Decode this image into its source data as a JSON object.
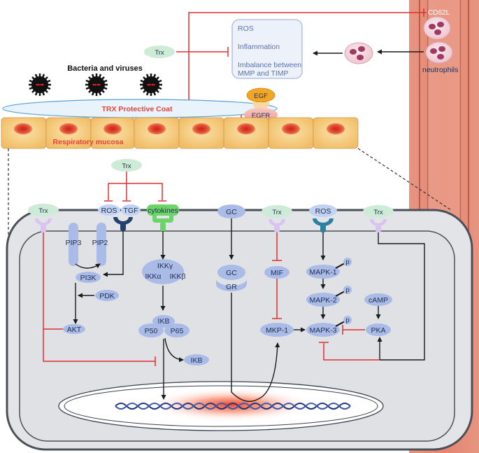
{
  "labels": {
    "cd62l": "CD62L",
    "neutrophils": "neutrophils",
    "ros_top": "ROS",
    "inflammation": "Inflammation",
    "imbalance_1": "Imbalance between",
    "imbalance_2": "MMP and TIMP",
    "trx_top": "Trx",
    "bacteria": "Bacteria and viruses",
    "coat": "TRX Protective Coat",
    "mucosa": "Respiratory mucosa",
    "egf": "EGF",
    "egfr": "EGFR",
    "trx_mid": "Trx",
    "ros_mid": "ROS",
    "tgf": "TGF",
    "cytokines": "cytokines",
    "trx_left": "Trx",
    "pip3": "PIP3",
    "pip2": "PIP2",
    "pi3k": "PI3K",
    "pdk": "PDK",
    "akt": "AKT",
    "ikk_gamma": "IKKγ",
    "ikk_alpha": "IKKα",
    "ikk_beta": "IKKβ",
    "ikb_complex": "IKB",
    "p50": "P50",
    "p65": "P65",
    "ikb_free": "IKB",
    "gc_top": "GC",
    "gc_inner": "GC",
    "gr": "GR",
    "trx_mif": "Trx",
    "mif": "MIF",
    "mkp1": "MKP-1",
    "ros_mapk": "ROS",
    "mapk1": "MAPK-1",
    "mapk2": "MAPK-2",
    "mapk3": "MAPK-3",
    "p1": "p",
    "p2": "p",
    "p3": "p",
    "trx_right": "Trx",
    "camp": "cAMP",
    "pka": "PKA"
  },
  "colors": {
    "cell_fill": "#e2e4e8",
    "cell_border": "#4a5058",
    "node_blue": "#a9bbe6",
    "trx_green": "#cdebd6",
    "receptor_lilac": "#d9c4ef",
    "receptor_navy": "#24406d",
    "receptor_green": "#6dd46a",
    "receptor_teal": "#2b82a0",
    "inhibit_red": "#e02f2f",
    "egf_orange": "#f4a623",
    "egfr_pink": "#f5b3ae",
    "mucosa_cell": "#f6ce86",
    "vessel_red": "#de7a68",
    "nucleus_glow": "#f54a2a"
  }
}
